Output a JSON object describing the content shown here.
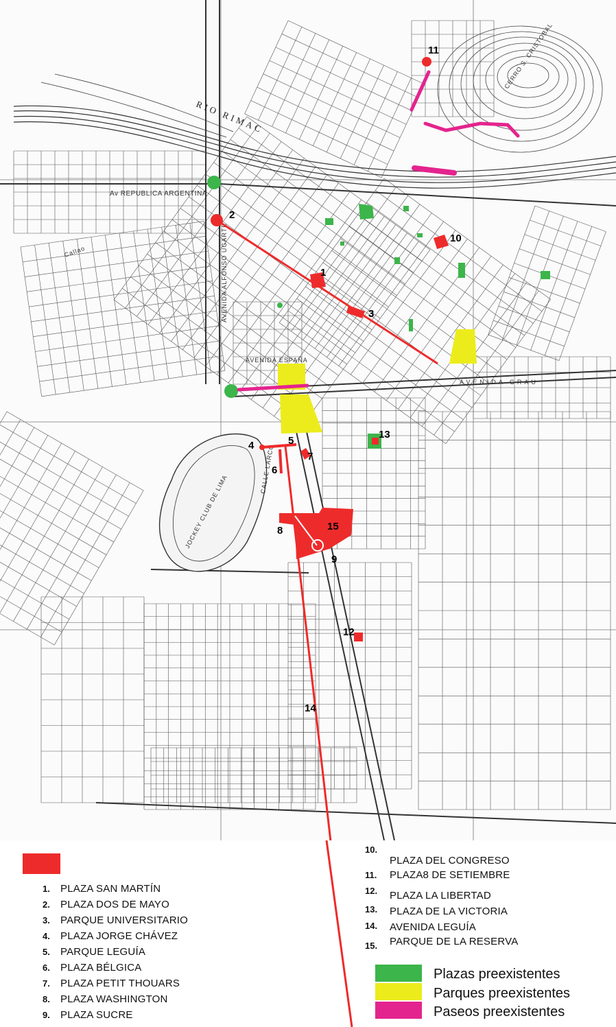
{
  "map": {
    "street_labels": {
      "rimac": "RIO RIMAC",
      "cerro": "CERRO S. CRISTOBAL",
      "republica": "Av REPUBLICA ARGENTINA",
      "alfonso_ugarte": "AVENIDA ALFONSO UGARTE",
      "grau": "AVENIDA GRAU",
      "espana": "AVENIDA ESPAÑA",
      "jockey": "JOCKEY CLUB DE LIMA",
      "callao": "Callao",
      "larco": "CALLE LARCO"
    },
    "markers": [
      {
        "num": "1",
        "label": "PLAZA SAN MARTÍN"
      },
      {
        "num": "2",
        "label": "PLAZA DOS DE MAYO"
      },
      {
        "num": "3",
        "label": "PARQUE UNIVERSITARIO"
      },
      {
        "num": "4",
        "label": "PLAZA JORGE CHÁVEZ"
      },
      {
        "num": "5",
        "label": "PARQUE LEGUÍA"
      },
      {
        "num": "6",
        "label": "PLAZA BÉLGICA"
      },
      {
        "num": "7",
        "label": "PLAZA PETIT THOUARS"
      },
      {
        "num": "8",
        "label": "PLAZA WASHINGTON"
      },
      {
        "num": "9",
        "label": "PLAZA SUCRE"
      },
      {
        "num": "10",
        "label": "PLAZA DEL CONGRESO"
      },
      {
        "num": "11",
        "label": "PLAZA 8 DE SETIEMBRE"
      },
      {
        "num": "12",
        "label": "PLAZA LA LIBERTAD"
      },
      {
        "num": "13",
        "label": "PLAZA DE LA VICTORIA"
      },
      {
        "num": "14",
        "label": "AVENIDA LEGUÍA"
      },
      {
        "num": "15",
        "label": "PARQUE DE LA RESERVA"
      }
    ]
  },
  "legend": {
    "items_left": [
      {
        "num": "1.",
        "label": "PLAZA SAN MARTÍN"
      },
      {
        "num": "2.",
        "label": "PLAZA DOS DE MAYO"
      },
      {
        "num": "3.",
        "label": "PARQUE UNIVERSITARIO"
      },
      {
        "num": "4.",
        "label": "PLAZA JORGE CHÁVEZ"
      },
      {
        "num": "5.",
        "label": "PARQUE LEGUÍA"
      },
      {
        "num": "6.",
        "label": "PLAZA BÉLGICA"
      },
      {
        "num": "7.",
        "label": "PLAZA PETIT THOUARS"
      },
      {
        "num": "8.",
        "label": "PLAZA WASHINGTON"
      },
      {
        "num": "9.",
        "label": "PLAZA SUCRE"
      }
    ],
    "items_right": [
      {
        "num": "10.",
        "label": "PLAZA DEL CONGRESO"
      },
      {
        "num": "11.",
        "label": "PLAZA8 DE SETIEMBRE"
      },
      {
        "num": "12.",
        "label": "PLAZA  LA LIBERTAD"
      },
      {
        "num": "13.",
        "label": "PLAZA DE LA VICTORIA"
      },
      {
        "num": "14.",
        "label": "AVENIDA LEGUÍA"
      },
      {
        "num": "15.",
        "label": "PARQUE DE LA RESERVA"
      }
    ],
    "categories": [
      {
        "label": "Plazas preexistentes",
        "color": "#3cb54a"
      },
      {
        "label": "Parques preexistentes",
        "color": "#ecec1c"
      },
      {
        "label": "Paseos preexistentes",
        "color": "#e4248e"
      }
    ],
    "new_color": "#ee2b2b"
  },
  "colors": {
    "red": "#ee2b2b",
    "green": "#3cb54a",
    "yellow": "#ecec1c",
    "magenta": "#e4248e"
  }
}
